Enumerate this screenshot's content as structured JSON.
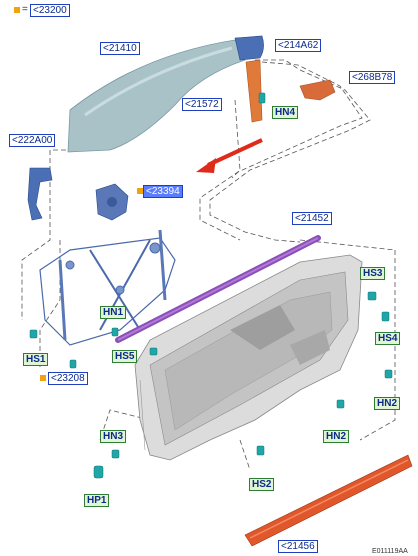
{
  "legend": {
    "equals": "=",
    "code": "<23200"
  },
  "parts": {
    "p21410": "<21410",
    "p214A62": "<214A62",
    "p268B78": "<268B78",
    "p21572": "<21572",
    "p222A00": "<222A00",
    "p23394": "<23394",
    "p21452": "<21452",
    "p23208": "<23208",
    "p21456": "<21456"
  },
  "hardware": {
    "HN4": "HN4",
    "HS3": "HS3",
    "HS4": "HS4",
    "HN1": "HN1",
    "HS5": "HS5",
    "HS1": "HS1",
    "HN2a": "HN2",
    "HN2b": "HN2",
    "HN3": "HN3",
    "HS2": "HS2",
    "HP1": "HP1"
  },
  "footer_code": "E011119AA",
  "colors": {
    "label_border": "#1f3fbf",
    "label_text": "#0b2a8c",
    "highlight": "#5a7cff",
    "hardware_fill": "#dff5d3",
    "hardware_border": "#2e7d32",
    "legend_square": "#f2a20a",
    "glass": "#a9c2c8",
    "weatherstrip": "#8a4fb8",
    "sill_trim": "#e0572c",
    "arrow": "#e02a1a",
    "regulator": "#5a78b8"
  },
  "icons": [
    "glass-icon",
    "regulator-icon",
    "motor-icon",
    "door-panel-icon",
    "weatherstrip-icon",
    "sill-trim-icon",
    "clip-icon",
    "arrow-icon"
  ]
}
